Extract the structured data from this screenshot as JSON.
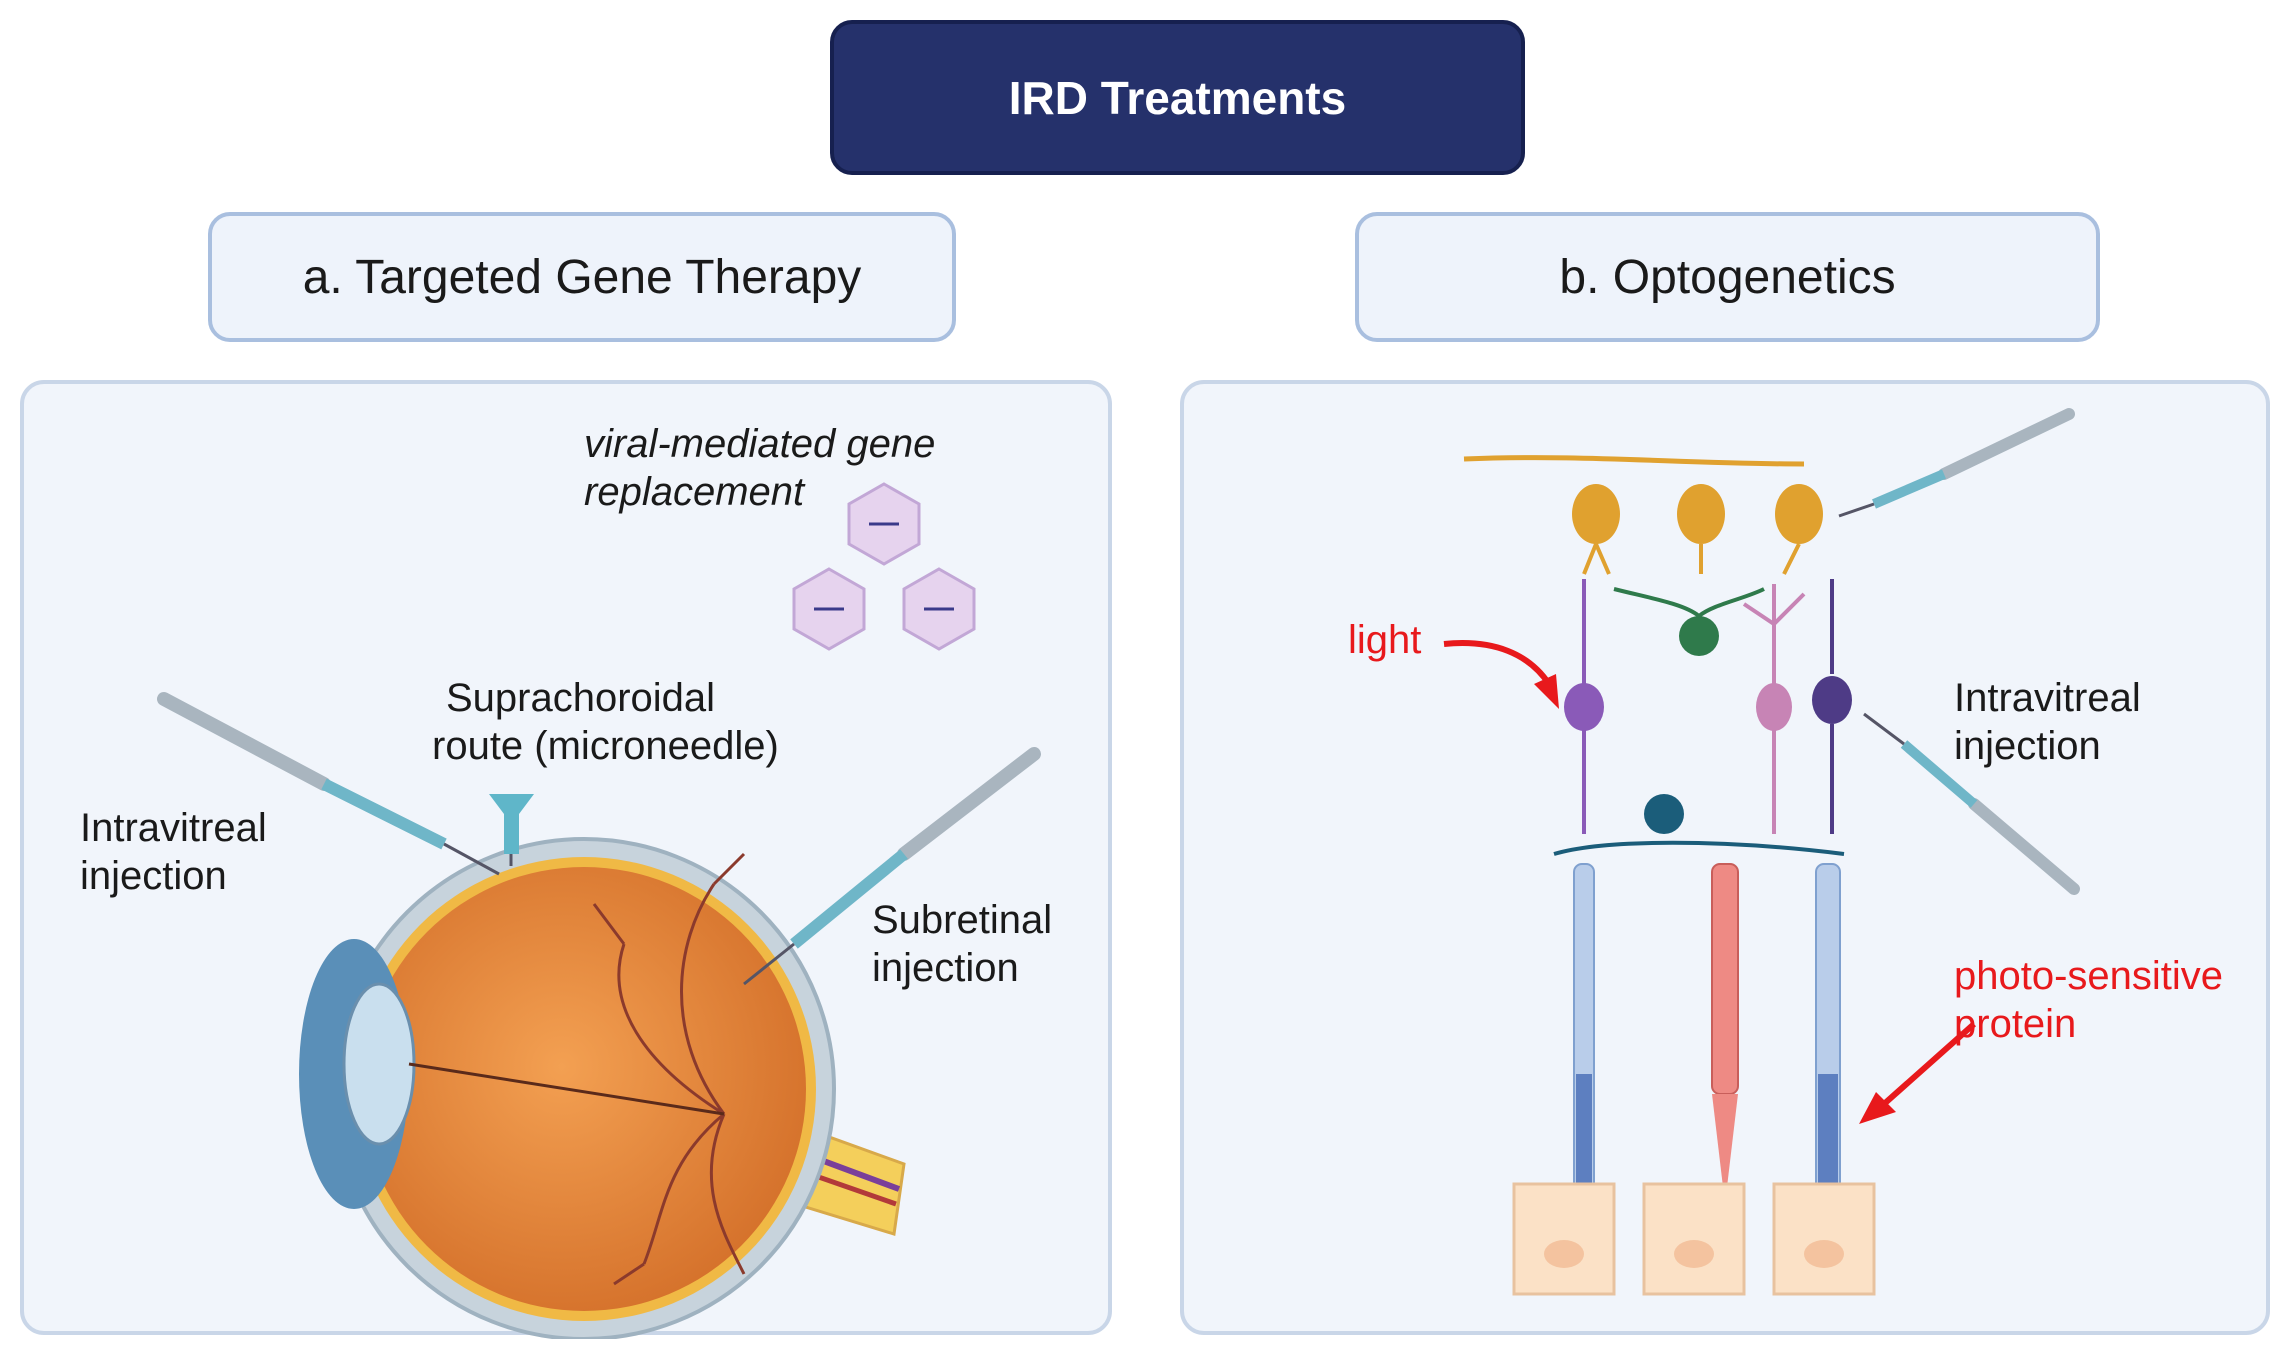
{
  "title": "IRD Treatments",
  "panel_a": {
    "heading": "a. Targeted Gene Therapy",
    "viral_label_1": "viral-mediated gene",
    "viral_label_2": "replacement",
    "suprachoroidal_1": "Suprachoroidal",
    "suprachoroidal_2": "route (microneedle)",
    "intravitreal_1": "Intravitreal",
    "intravitreal_2": "injection",
    "subretinal_1": "Subretinal",
    "subretinal_2": "injection"
  },
  "panel_b": {
    "heading": "b. Optogenetics",
    "light": "light",
    "intravitreal_1": "Intravitreal",
    "intravitreal_2": "injection",
    "photo_1": "photo-sensitive",
    "photo_2": "protein"
  },
  "colors": {
    "title_bg": "#25316b",
    "subtitle_border": "#a9bfdf",
    "panel_bg": "#f1f5fb",
    "eye_orange": "#e88a3c",
    "annotation_red": "#e8191c"
  }
}
